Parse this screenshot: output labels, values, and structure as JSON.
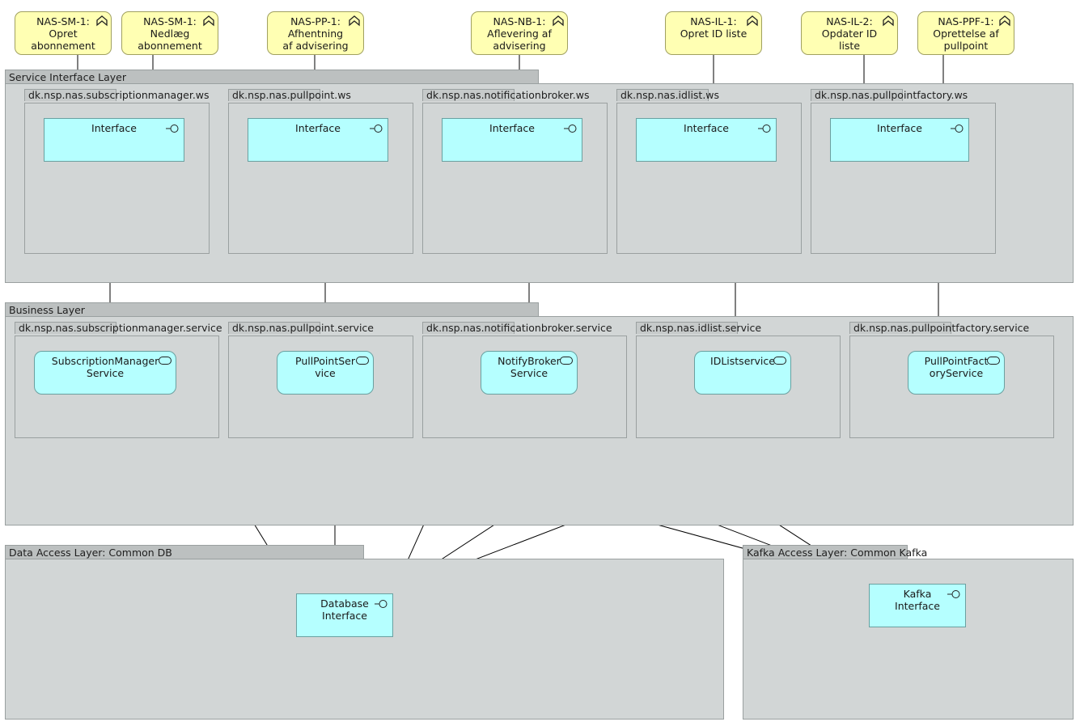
{
  "layers": {
    "service_interface": "Service Interface Layer",
    "business": "Business Layer",
    "data_access": "Data Access Layer: Common DB",
    "kafka_access": "Kafka Access Layer: Common Kafka"
  },
  "requirements": [
    {
      "id": "sm1a",
      "lines": [
        "NAS-SM-1:",
        "Opret",
        "abonnement"
      ]
    },
    {
      "id": "sm1b",
      "lines": [
        "NAS-SM-1:",
        "Nedlæg",
        "abonnement"
      ]
    },
    {
      "id": "pp1",
      "lines": [
        "NAS-PP-1:",
        "Afhentning",
        "af advisering"
      ]
    },
    {
      "id": "nb1",
      "lines": [
        "NAS-NB-1:",
        "Aflevering af",
        "advisering"
      ]
    },
    {
      "id": "il1",
      "lines": [
        "NAS-IL-1:",
        "Opret ID liste",
        ""
      ]
    },
    {
      "id": "il2",
      "lines": [
        "NAS-IL-2:",
        "Opdater ID",
        "liste"
      ]
    },
    {
      "id": "ppf1",
      "lines": [
        "NAS-PPF-1:",
        "Oprettelse af",
        "pullpoint"
      ]
    }
  ],
  "ws_packages": [
    "dk.nsp.nas.subscriptionmanager.ws",
    "dk.nsp.nas.pullpoint.ws",
    "dk.nsp.nas.notificationbroker.ws",
    "dk.nsp.nas.idlist.ws",
    "dk.nsp.nas.pullpointfactory.ws"
  ],
  "interface_label": "Interface",
  "service_packages": [
    "dk.nsp.nas.subscriptionmanager.service",
    "dk.nsp.nas.pullpoint.service",
    "dk.nsp.nas.notificationbroker.service",
    "dk.nsp.nas.idlist.service",
    "dk.nsp.nas.pullpointfactory.service"
  ],
  "services": [
    {
      "lines": [
        "SubscriptionManager",
        "Service"
      ]
    },
    {
      "lines": [
        "PullPointSer",
        "vice"
      ]
    },
    {
      "lines": [
        "NotifyBroker",
        "Service"
      ]
    },
    {
      "lines": [
        "IDListservice",
        ""
      ]
    },
    {
      "lines": [
        "PullPointFact",
        "oryService"
      ]
    }
  ],
  "database_interface": {
    "lines": [
      "Database",
      "Interface"
    ]
  },
  "kafka_interface": {
    "lines": [
      "Kafka",
      "Interface"
    ]
  },
  "colors": {
    "requirement_fill": "#ffffb3",
    "interface_fill": "#b5ffff",
    "layer_fill": "#d2d6d6"
  }
}
